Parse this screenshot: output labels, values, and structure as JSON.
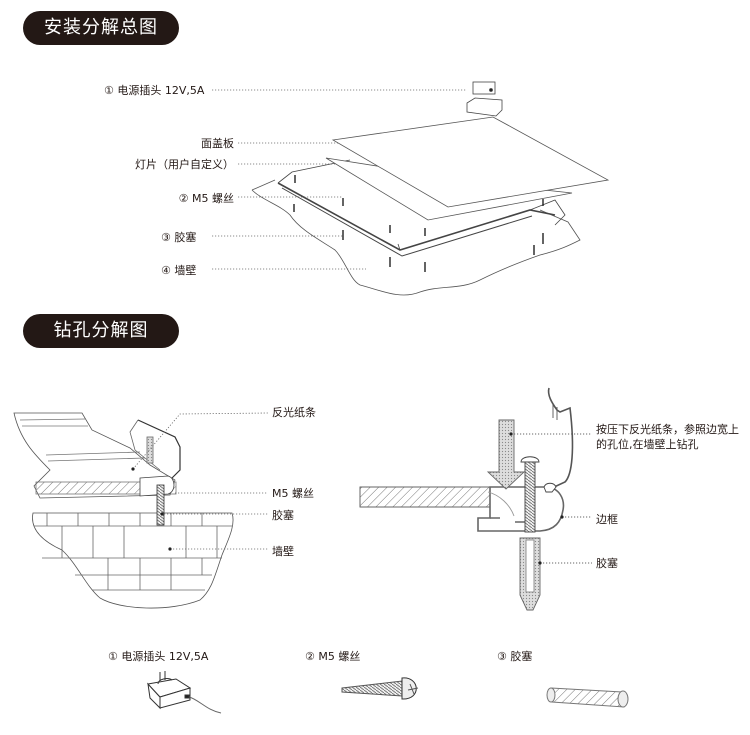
{
  "sections": {
    "exploded_title": "安装分解总图",
    "drilling_title": "钻孔分解图"
  },
  "exploded_labels": {
    "power": "① 电源插头 12V,5A",
    "cover_panel": "面盖板",
    "light_sheet": "灯片（用户自定义）",
    "screw": "② M5 螺丝",
    "plug": "③ 胶塞",
    "wall": "④ 墙壁"
  },
  "drilling_left_labels": {
    "reflective_strip": "反光纸条",
    "screw": "M5 螺丝",
    "plug": "胶塞",
    "wall": "墙壁"
  },
  "drilling_right_labels": {
    "instruction_line1": "按压下反光纸条，参照边宽上",
    "instruction_line2": "的孔位,在墙壁上钻孔",
    "frame": "边框",
    "plug": "胶塞"
  },
  "parts": [
    {
      "label": "① 电源插头 12V,5A",
      "icon": "power-adapter-icon"
    },
    {
      "label": "② M5 螺丝",
      "icon": "screw-icon"
    },
    {
      "label": "③ 胶塞",
      "icon": "wall-plug-icon"
    }
  ],
  "colors": {
    "pill_bg": "#231815",
    "pill_text": "#ffffff",
    "line": "#444444"
  }
}
